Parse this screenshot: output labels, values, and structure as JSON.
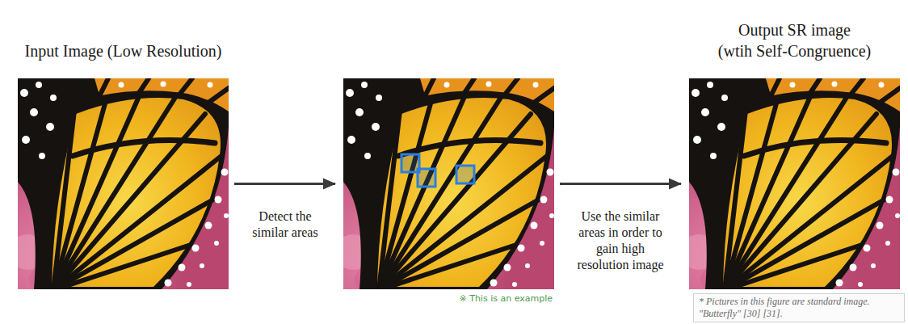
{
  "diagram": {
    "nodes": [
      {
        "text": [
          "Input Image (Low Resolution)"
        ]
      },
      {
        "text": [
          "※ This is an example"
        ]
      },
      {
        "text": [
          "Output SR image (wtih Self-Congruence)"
        ]
      }
    ],
    "edges": [
      {
        "from": 0,
        "to": 1,
        "arrow": "to",
        "label": "Detect the similar areas"
      },
      {
        "from": 1,
        "to": 2,
        "arrow": "to",
        "label": "Use the similar areas in order to gain high resolution image"
      }
    ],
    "labels": [
      "* Pictures in this figure are standard image. \"Butterfly\" [30] [31]."
    ]
  }
}
